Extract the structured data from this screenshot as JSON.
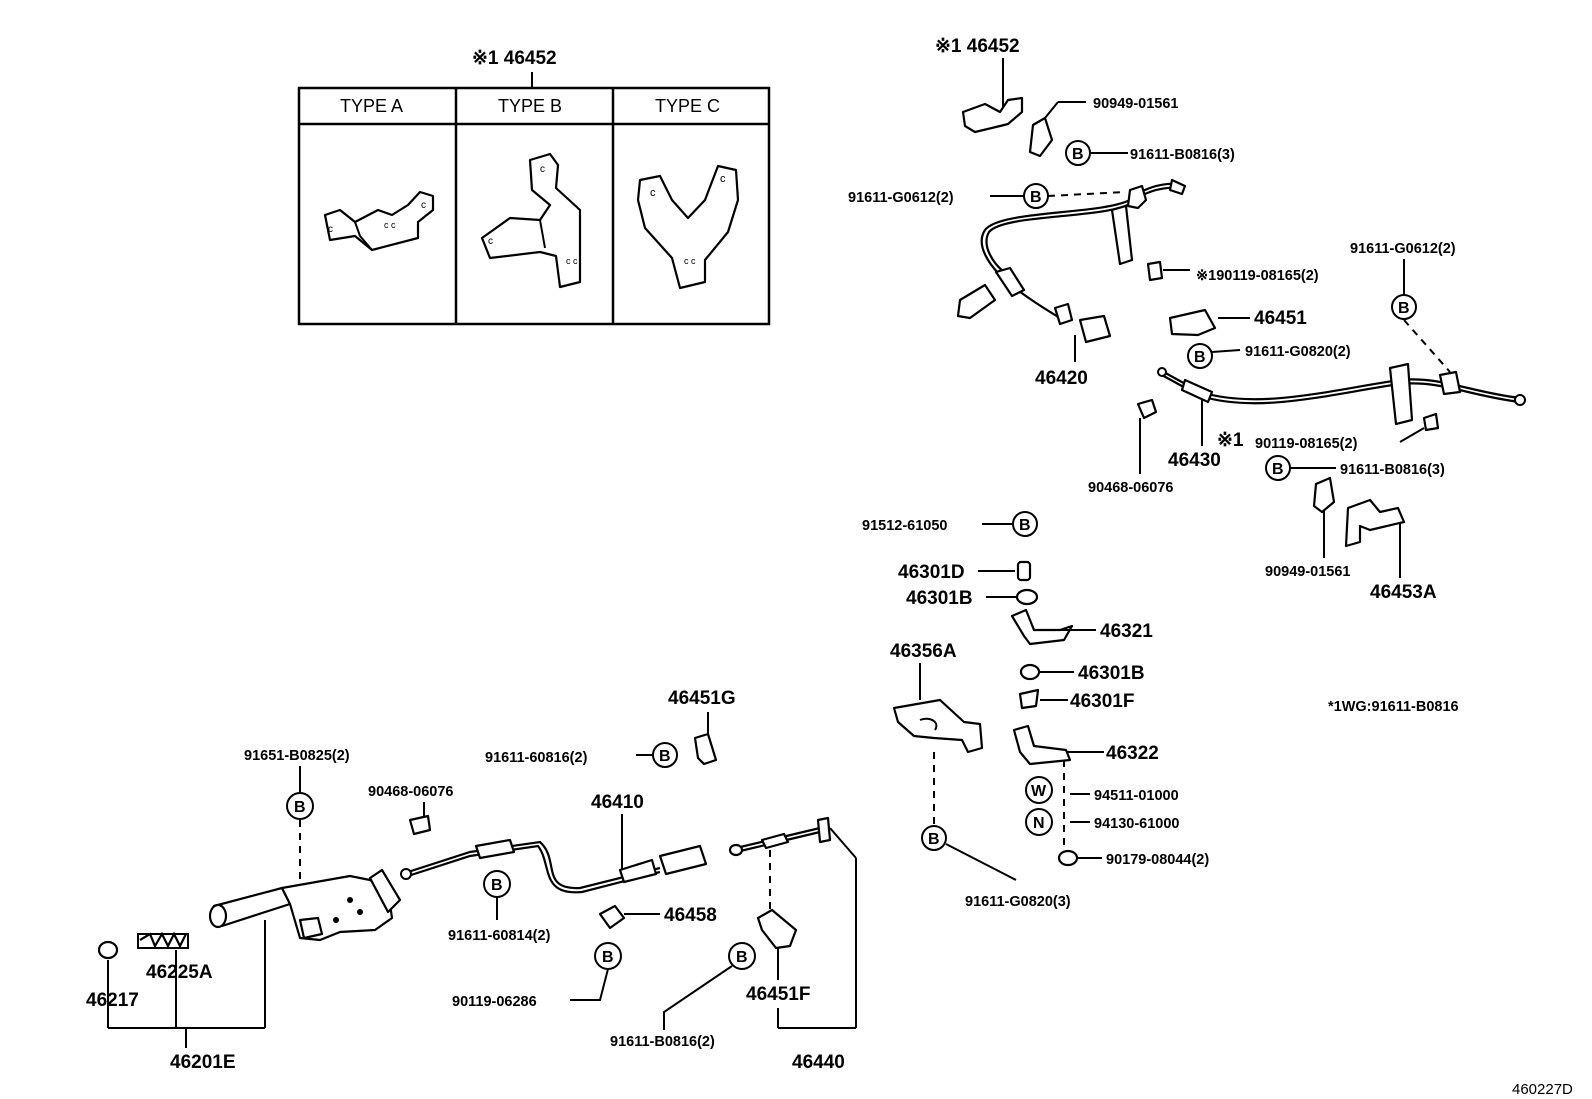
{
  "table": {
    "title": "※1 46452",
    "types": [
      "TYPE  A",
      "TYPE  B",
      "TYPE  C"
    ]
  },
  "labels": {
    "p46452": "※1 46452",
    "p9094901561a": "90949-01561",
    "p91611B0816a": "91611-B0816(3)",
    "p91611G0612a": "91611-G0612(2)",
    "p9011908165a": "※190119-08165(2)",
    "p91611G0612b": "91611-G0612(2)",
    "p46451": "46451",
    "p91611G0820a": "91611-G0820(2)",
    "p46420": "46420",
    "p46430": "46430",
    "p9011908165b": "90119-08165(2)",
    "note1": "※1",
    "p9046806076a": "90468-06076",
    "p91611B0816b": "91611-B0816(3)",
    "p9094901561b": "90949-01561",
    "p46453A": "46453A",
    "p9151261050": "91512-61050",
    "p46301D": "46301D",
    "p46301B_a": "46301B",
    "p46321": "46321",
    "p46356A": "46356A",
    "p46301B_b": "46301B",
    "p46301F": "46301F",
    "wg_note": "*1WG:91611-B0816",
    "p46322": "46322",
    "p9451101000": "94511-01000",
    "p9413061000": "94130-61000",
    "p9017908044": "90179-08044(2)",
    "p91611G0820b": "91611-G0820(3)",
    "p46451G": "46451G",
    "p9161160816": "91611-60816(2)",
    "p9165108825": "91651-B0825(2)",
    "p9046806076b": "90468-06076",
    "p46410": "46410",
    "p46458": "46458",
    "p9161160814": "91611-60814(2)",
    "p9011906286": "90119-06286",
    "p91611B0816c": "91611-B0816(2)",
    "p46451F": "46451F",
    "p46440": "46440",
    "p46217": "46217",
    "p46225A": "46225A",
    "p46201E": "46201E",
    "code": "460227D"
  },
  "symbols": {
    "bolt": "B",
    "washer": "W",
    "nut": "N"
  }
}
